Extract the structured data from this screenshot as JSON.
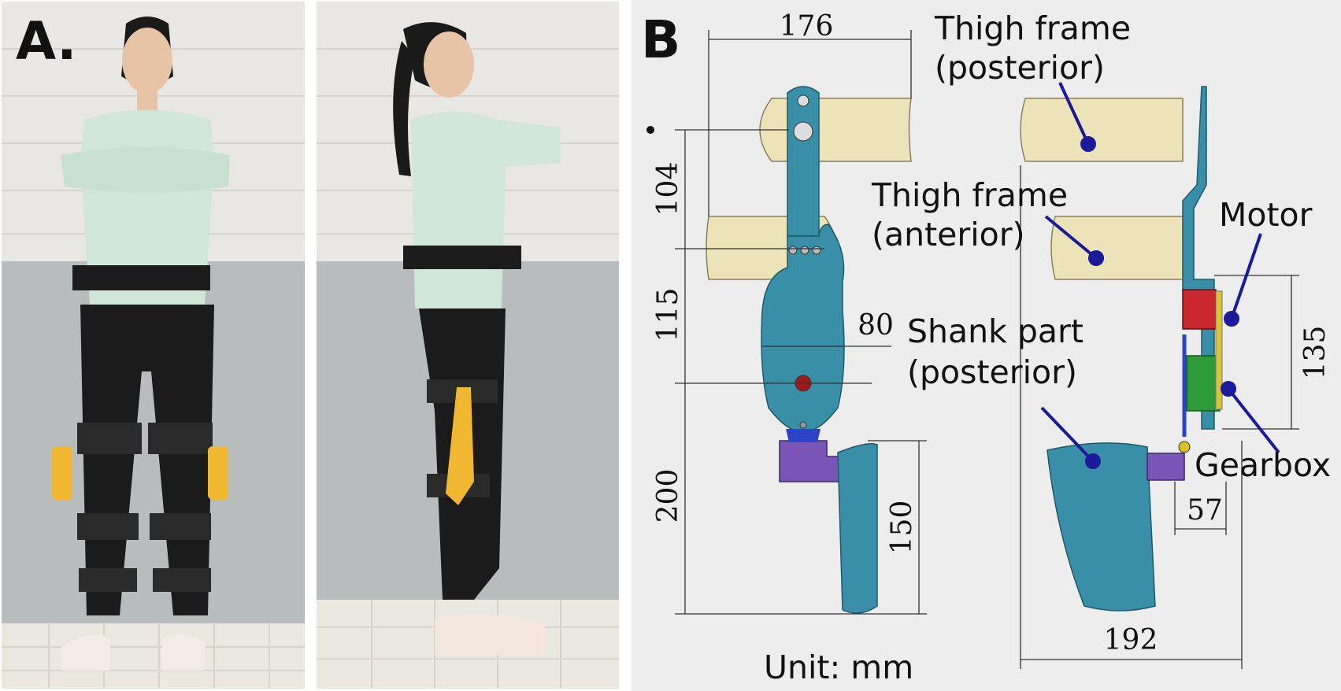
{
  "panel_labels": {
    "a": "A.",
    "b": "B"
  },
  "dimensions": {
    "top_width": "176",
    "thigh_spacing": "104",
    "upper_length": "115",
    "case_width": "80",
    "lower_length": "200",
    "shank_length": "150",
    "actuator_height": "135",
    "offset": "57",
    "side_width": "192"
  },
  "callouts": {
    "thigh_posterior_1": "Thigh frame",
    "thigh_posterior_2": "(posterior)",
    "thigh_anterior_1": "Thigh frame",
    "thigh_anterior_2": "(anterior)",
    "shank_1": "Shank part",
    "shank_2": "(posterior)",
    "motor": "Motor",
    "gearbox": "Gearbox"
  },
  "unit_note": "Unit: mm",
  "colors": {
    "frame_cream": "#ede3b8",
    "shell_blue": "#3a8fa8",
    "bracket_purple": "#7a55b8",
    "motor_red": "#c8282e",
    "gearbox_green": "#2e9b3a",
    "pointer_blue": "#1a1aa8",
    "exo_yellow": "#f0b830"
  }
}
